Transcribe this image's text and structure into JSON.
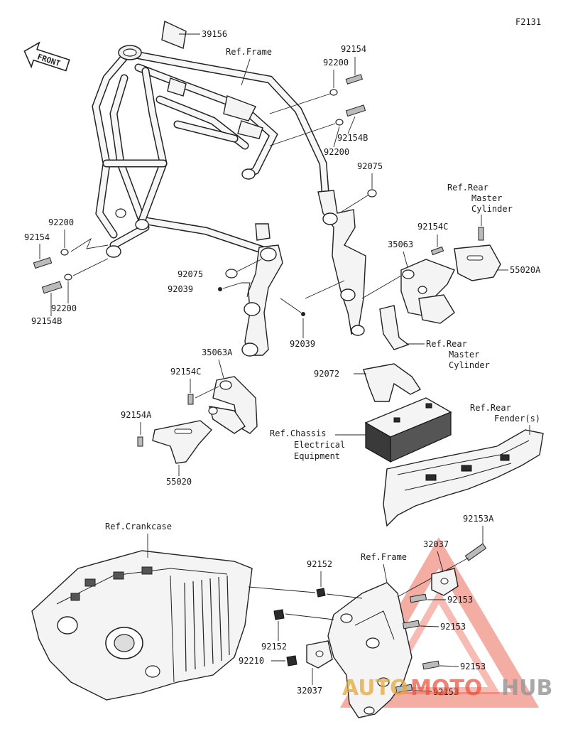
{
  "figure_code": "F2131",
  "front_label": "FRONT",
  "watermark": {
    "auto": "AUTO",
    "moto": "MOTO",
    "hub": "HUB",
    "red": "#e8503a",
    "gold": "#e4a93c",
    "gray": "#9a9a9a"
  },
  "labels": {
    "p39156": "39156",
    "ref_frame_top": "Ref.Frame",
    "p92154_top": "92154",
    "p92200_top": "92200",
    "p92154b_top": "92154B",
    "p92200_mid": "92200",
    "p92075_right": "92075",
    "ref_rear_master_1a": "Ref.Rear",
    "ref_rear_master_1b": "Master",
    "ref_rear_master_1c": "Cylinder",
    "p92154c_right": "92154C",
    "p35063": "35063",
    "p55020a": "55020A",
    "p92200_left": "92200",
    "p92154_left": "92154",
    "p92200_left2": "92200",
    "p92154b_left": "92154B",
    "p92075_left": "92075",
    "p92039_left": "92039",
    "p92039_mid": "92039",
    "ref_rear_master_2a": "Ref.Rear",
    "ref_rear_master_2b": "Master",
    "ref_rear_master_2c": "Cylinder",
    "p35063a": "35063A",
    "p92072": "92072",
    "ref_rear_fender_a": "Ref.Rear",
    "ref_rear_fender_b": "Fender(s)",
    "p92154c_left": "92154C",
    "ref_chassis_a": "Ref.Chassis",
    "ref_chassis_b": "Electrical",
    "ref_chassis_c": "Equipment",
    "p92154a": "92154A",
    "p55020": "55020",
    "ref_crankcase": "Ref.Crankcase",
    "p92153a": "92153A",
    "p32037_top": "32037",
    "ref_frame_bottom": "Ref.Frame",
    "p92152_top": "92152",
    "p92153_1": "92153",
    "p92153_2": "92153",
    "p92152_bottom": "92152",
    "p92210": "92210",
    "p92153_3": "92153",
    "p32037_bottom": "32037",
    "p92153_4": "92153"
  }
}
